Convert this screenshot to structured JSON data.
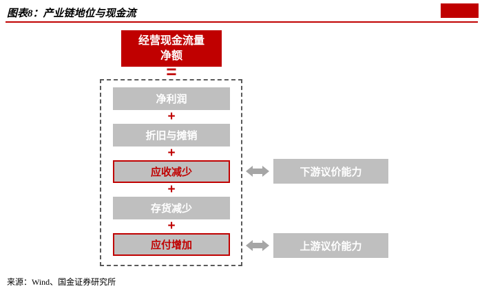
{
  "header": {
    "title": "图表8：产业链地位与现金流",
    "accent_color": "#c00000"
  },
  "diagram": {
    "top_box": {
      "line1": "经营现金流量",
      "line2": "净额"
    },
    "equals_sign": "=",
    "plus_sign": "+",
    "flow_items": [
      {
        "label": "净利润",
        "highlight": false
      },
      {
        "label": "折旧与摊销",
        "highlight": false
      },
      {
        "label": "应收减少",
        "highlight": true
      },
      {
        "label": "存货减少",
        "highlight": false
      },
      {
        "label": "应付增加",
        "highlight": true
      }
    ],
    "side_boxes": [
      {
        "label": "下游议价能力",
        "links_to": "应收减少"
      },
      {
        "label": "上游议价能力",
        "links_to": "应付增加"
      }
    ],
    "colors": {
      "red": "#c00000",
      "gray_box": "#bfbfbf",
      "arrow_gray": "#a6a6a6"
    }
  },
  "footer": {
    "source": "来源：Wind、国金证券研究所"
  }
}
